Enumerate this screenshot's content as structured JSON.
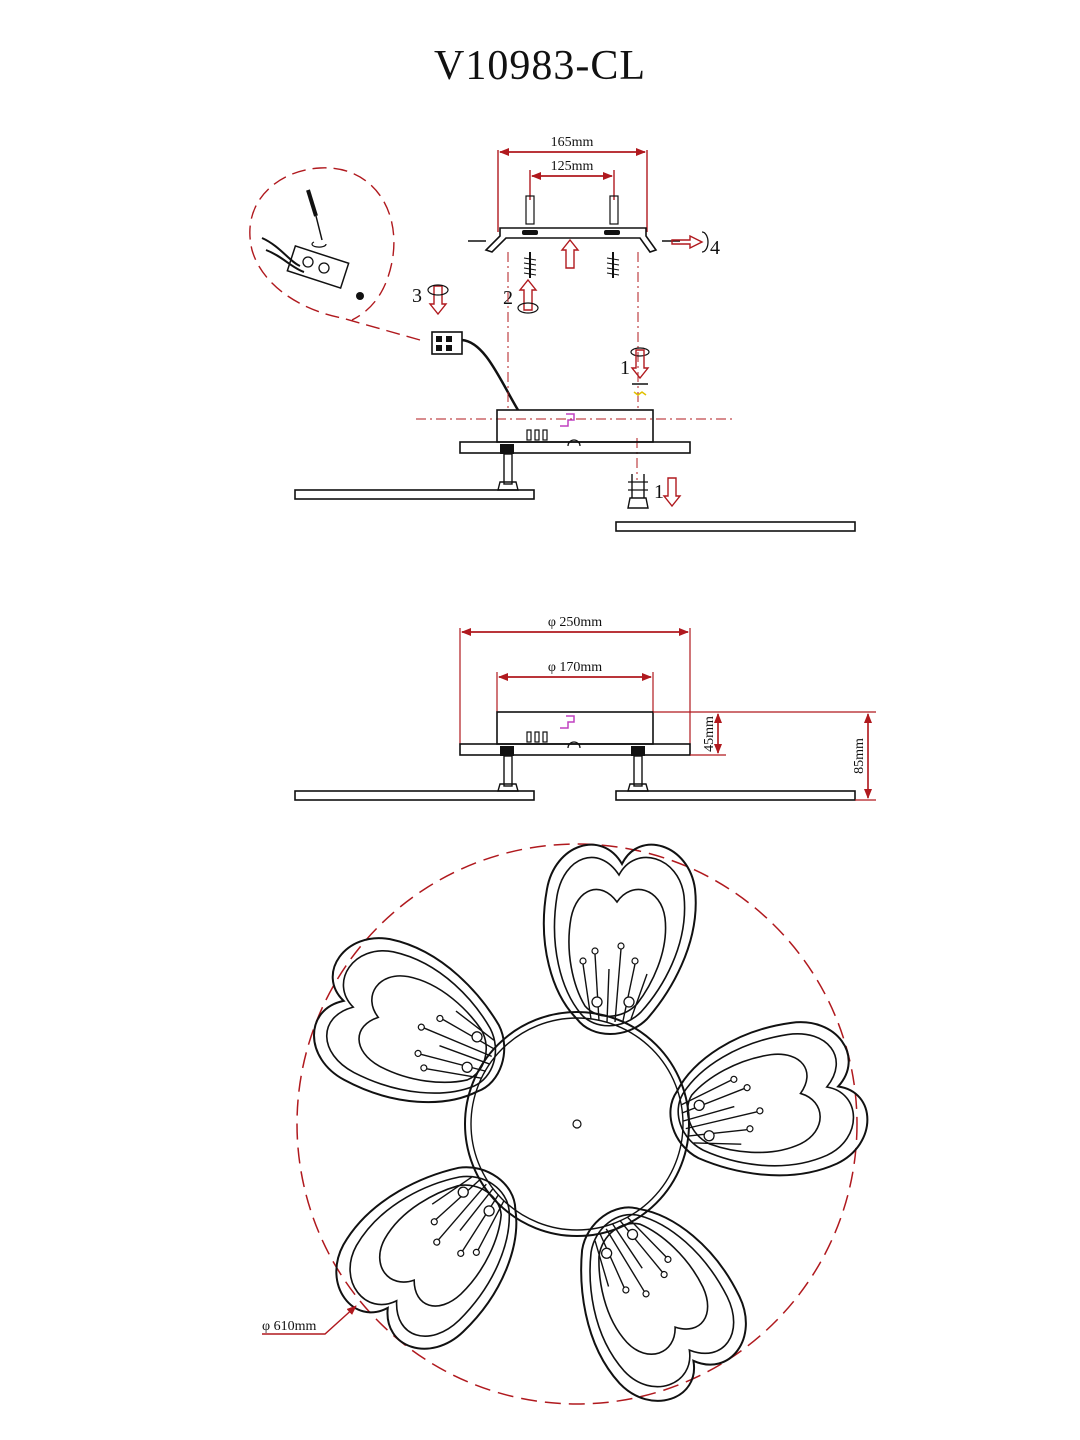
{
  "model": "V10983-CL",
  "mounting_plate": {
    "outer_width": "165mm",
    "hole_spacing": "125mm"
  },
  "side_view": {
    "canopy_diameter": "φ 250mm",
    "body_diameter": "φ 170mm",
    "body_height": "45mm",
    "total_height": "85mm"
  },
  "top_view": {
    "overall_diameter": "φ 610mm"
  },
  "steps": [
    "1",
    "2",
    "3",
    "4",
    "1"
  ],
  "colors": {
    "outline": "#111111",
    "dimension": "#b0191e",
    "step_arrow": "#b0191e",
    "marker": "#c040c0"
  }
}
